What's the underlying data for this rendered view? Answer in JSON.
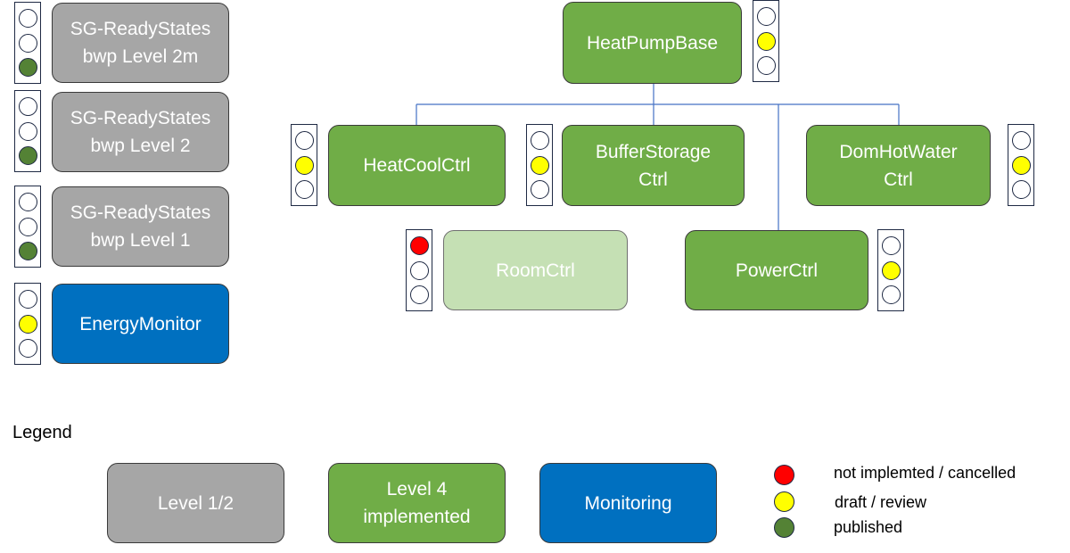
{
  "profiles": {
    "sg_ready_2m": "SG-ReadyStates\nbwp Level 2m",
    "sg_ready_2": "SG-ReadyStates\nbwp Level 2",
    "sg_ready_1": "SG-ReadyStates\nbwp Level 1",
    "energy_monitor": "EnergyMonitor",
    "heat_pump_base": "HeatPumpBase",
    "heat_cool_ctrl": "HeatCoolCtrl",
    "buffer_storage_ctrl": "BufferStorage\nCtrl",
    "dom_hot_water_ctrl": "DomHotWater\nCtrl",
    "room_ctrl": "RoomCtrl",
    "power_ctrl": "PowerCtrl"
  },
  "states": {
    "sg_ready_2m": "published",
    "sg_ready_2": "published",
    "sg_ready_1": "published",
    "energy_monitor": "draft",
    "heat_pump_base": "draft",
    "heat_cool_ctrl": "draft",
    "buffer_storage_ctrl": "draft",
    "dom_hot_water_ctrl": "draft",
    "room_ctrl": "cancelled",
    "power_ctrl": "draft"
  },
  "legend": {
    "title": "Legend",
    "level_12": "Level 1/2",
    "level_4": "Level 4\nimplemented",
    "monitoring": "Monitoring",
    "not_implemented": "not implemted / cancelled",
    "draft": "draft / review",
    "published": "published"
  },
  "colors": {
    "level_12": "#a6a6a6",
    "level_4": "#70ad47",
    "level_4_light": "#c5e0b4",
    "monitoring": "#0070c0",
    "red": "#ff0000",
    "yellow": "#ffff00",
    "green": "#548235"
  }
}
